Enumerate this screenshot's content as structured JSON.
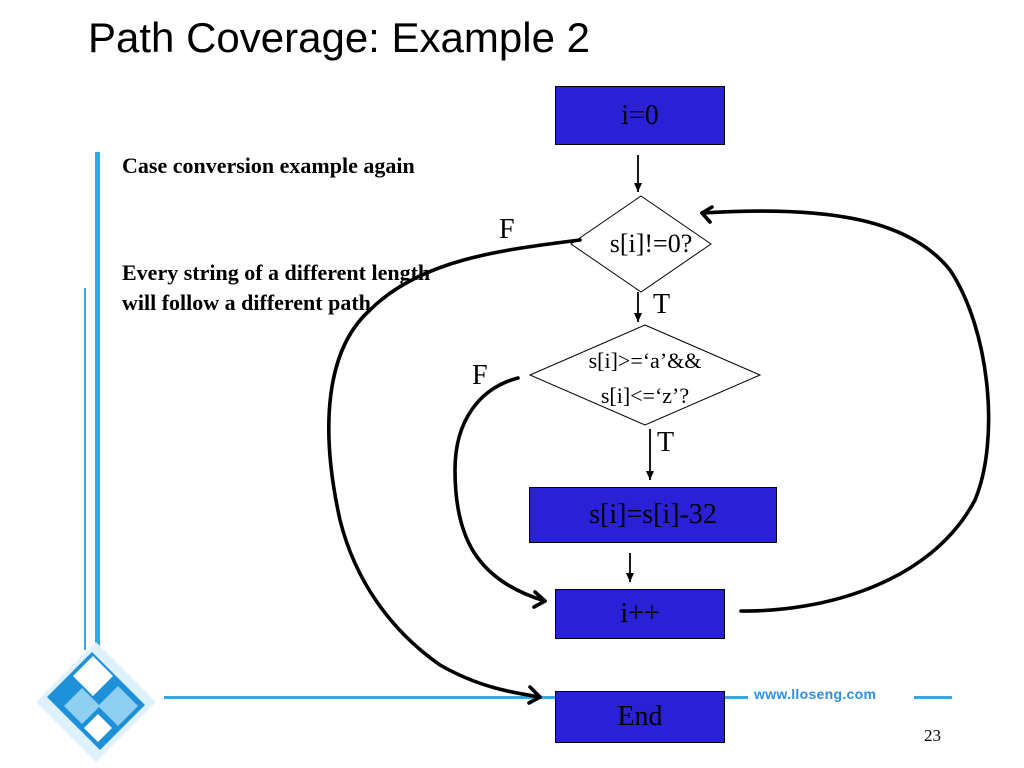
{
  "slide": {
    "title": "Path Coverage: Example 2",
    "text": {
      "case": "Case conversion example again",
      "every": "Every string of a different length will follow a different path"
    },
    "footer": {
      "url": "www.lloseng.com",
      "page_number": "23"
    }
  },
  "flowchart": {
    "init": "i=0",
    "decision1": "s[i]!=0?",
    "decision2_line1": "s[i]>=‘a’&&",
    "decision2_line2": "s[i]<=‘z’?",
    "assign": "s[i]=s[i]-32",
    "increment": "i++",
    "end": "End",
    "branch_false_1": "F",
    "branch_true_1": "T",
    "branch_false_2": "F",
    "branch_true_2": "T"
  },
  "colors": {
    "box_fill": "#2a21d6",
    "accent_light_blue": "#2f8fdc"
  }
}
